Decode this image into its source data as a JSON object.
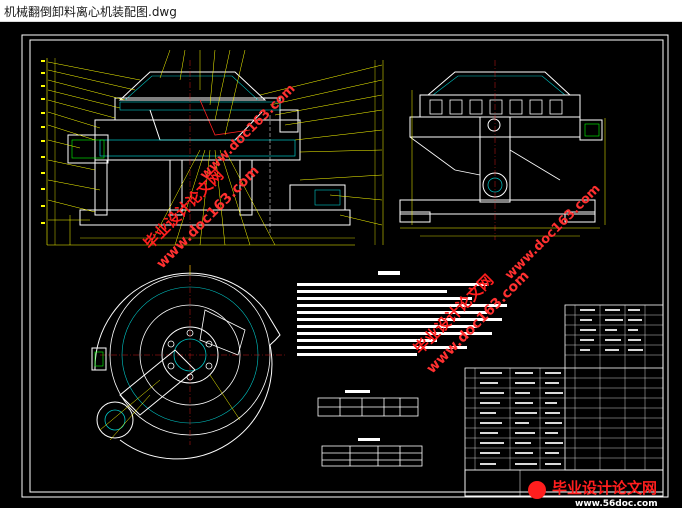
{
  "window": {
    "title": "机械翻倒卸料离心机装配图.dwg"
  },
  "colors": {
    "background": "#000000",
    "border": "#ffffff",
    "dim_line": "#ffff00",
    "leader": "#ffff00",
    "part_white": "#ffffff",
    "part_cyan": "#00c8c8",
    "part_green": "#00ff00",
    "part_red": "#ff2020",
    "watermark": "#ff1e1e",
    "watermark_url": "#ff3030"
  },
  "watermarks": {
    "site_name": "毕业设计论文网",
    "site_url": "www.doc163.com",
    "footer_url": "www.56doc.com"
  }
}
